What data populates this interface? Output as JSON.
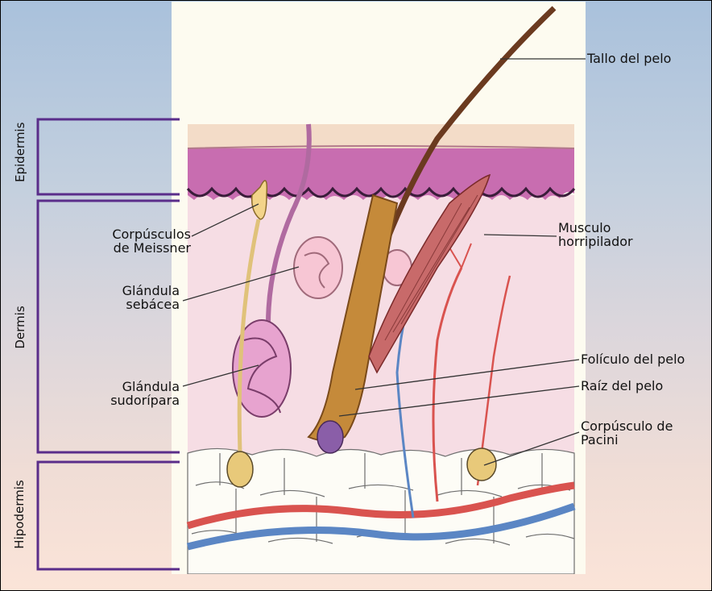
{
  "layers": {
    "epidermis": "Epidermis",
    "dermis": "Dermis",
    "hipodermis": "Hipodermis"
  },
  "labels": {
    "tallo": "Tallo del pelo",
    "meissner_line1": "Corpúsculos",
    "meissner_line2": "de Meissner",
    "musculo_line1": "Musculo",
    "musculo_line2": "horripilador",
    "sebacea_line1": "Glándula",
    "sebacea_line2": "sebácea",
    "foliculo": "Folículo del pelo",
    "raiz": "Raíz del pelo",
    "sudoripara_line1": "Glándula",
    "sudoripara_line2": "sudorípara",
    "pacini_line1": "Corpúsculo de",
    "pacini_line2": "Pacini"
  },
  "colors": {
    "bracket": "#5a2d8a",
    "leader": "#333333",
    "dermis_pink": "#f6dde4",
    "epidermis_purple": "#c86db0",
    "fat": "#fdfcf6",
    "artery": "#d9534f",
    "vein": "#5b86c4",
    "hair": "#6b3a1f",
    "follicle": "#c58a3a"
  }
}
